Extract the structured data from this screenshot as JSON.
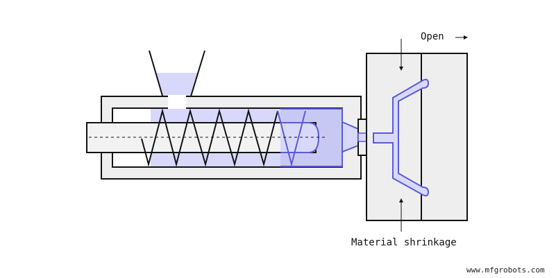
{
  "diagram": {
    "labels": {
      "open": "Open",
      "material_shrinkage": "Material shrinkage"
    },
    "watermark": "www.mfgrobots.com",
    "colors": {
      "melt_fill": "#d8d8fb",
      "melt_stroke": "#5a5ad6",
      "barrel_stroke": "#111111",
      "mold_fill": "#eeeeee",
      "screw_fill": "#f2f2f2"
    }
  }
}
